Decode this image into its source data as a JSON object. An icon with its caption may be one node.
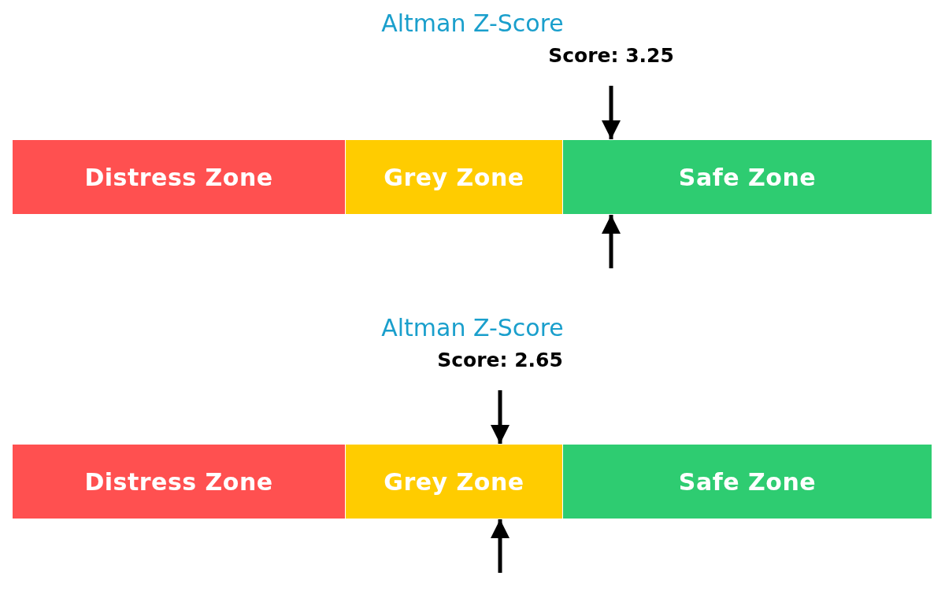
{
  "diagram": {
    "nodes": [
      {
        "text": [
          "Distress Zone"
        ]
      },
      {
        "text": [
          "Grey Zone"
        ]
      },
      {
        "text": [
          "Safe Zone"
        ]
      },
      {
        "text": [
          "Distress Zone"
        ]
      },
      {
        "text": [
          "Grey Zone"
        ]
      },
      {
        "text": [
          "Safe Zone"
        ]
      }
    ],
    "edges": [
      {
        "from": null,
        "to": 2,
        "arrow": "to"
      },
      {
        "from": null,
        "to": 2,
        "arrow": "to"
      },
      {
        "from": null,
        "to": 4,
        "arrow": "to"
      },
      {
        "from": null,
        "to": 4,
        "arrow": "to"
      }
    ],
    "labels": [
      "Altman Z-Score",
      "Score: 3.25",
      "Altman Z-Score",
      "Score: 2.65"
    ]
  }
}
